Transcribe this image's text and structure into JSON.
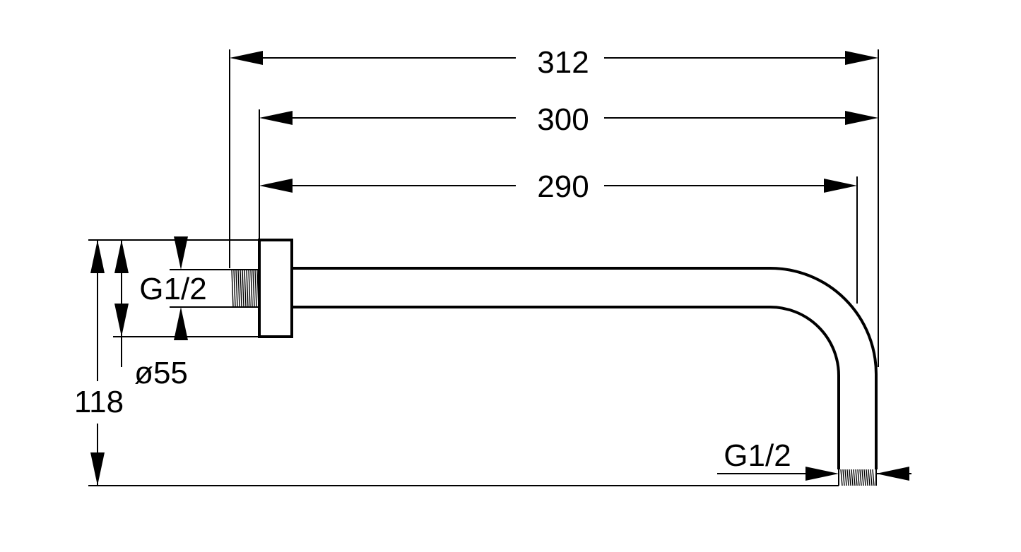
{
  "dimensions": {
    "overall_length": "312",
    "length_from_flange": "300",
    "length_to_outlet_axis": "290",
    "height": "118",
    "flange_diameter": "ø55",
    "inlet_thread": "G1/2",
    "outlet_thread": "G1/2"
  },
  "colors": {
    "line": "#000000",
    "background": "#ffffff"
  }
}
